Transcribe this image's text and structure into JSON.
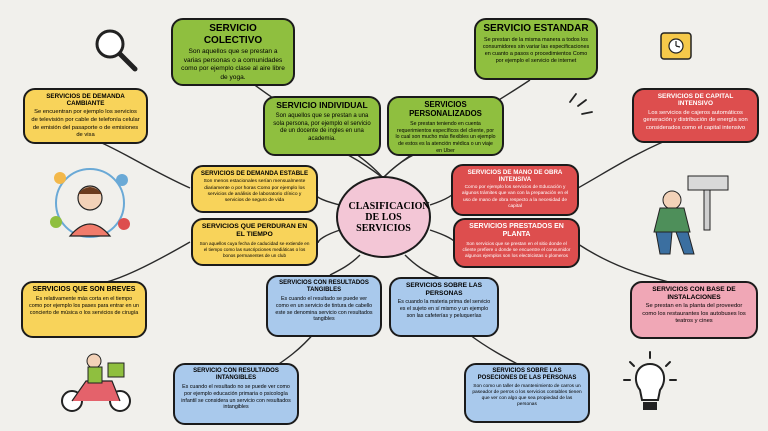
{
  "center": {
    "title": "CLASIFICACION DE LOS SERVICIOS"
  },
  "nodes": {
    "colectivo": {
      "title": "SERVICIO COLECTIVO",
      "text": "Son aquellos que se prestan a varias personas o a comunidades como por ejemplo clase al aire libre de yoga."
    },
    "estandar": {
      "title": "SERVICIO ESTANDAR",
      "text": "Se prestan de la misma manera a todos los consumidores sin variar las especificaciones en cuanto a pasos o procedimientos Como por ejemplo el servicio de internet"
    },
    "individual": {
      "title": "SERVICIO INDIVIDUAL",
      "text": "Son aquellos que se prestan a una sola persona, por ejemplo el servicio de un docente de ingles en una academia."
    },
    "personalizados": {
      "title": "SERVICIOS PERSONALIZADOS",
      "text": "Se prestan teniendo en cuenta requerimientos específicos del cliente, por lo cual son mucho más flexibles un ejemplo de estos es la atención médica o un viaje en Uber"
    },
    "demanda_cambiante": {
      "title": "SERVICIOS DE DEMANDA CAMBIANTE",
      "text": "Se encuentran por ejemplo los servicios de televisión por cable de telefonía celular de emisión del pasaporte o de emisiones de visa"
    },
    "capital_intensivo": {
      "title": "SERVICIOS DE CAPITAL INTENSIVO",
      "text": "Los servicios de cajeros automáticos generación y distribución de energía son considerados como el capital intensivo"
    },
    "demanda_estable": {
      "title": "SERVICIOS DE DEMANDA ESTABLE",
      "text": "Son menos estacionales serían mensualmente diariamente o por horas Como por ejemplo los servicios de análisis de laboratorio clínico y servicios de seguro de vida"
    },
    "mano_obra": {
      "title": "SERVICIOS DE MANO DE OBRA INTENSIVA",
      "text": "Como por ejemplo los servicios de Educación y algunos trámites que van con la preparación en el uso de mano de obra respecto a la necesidad de capital"
    },
    "perduran": {
      "title": "SERVICIOS QUE PERDURAN EN EL TIEMPO",
      "text": "Son aquellos cuya fecha de caducidad se extiende en el tiempo como las suscripciones mediáticas o los bonos permanentes de un club"
    },
    "planta": {
      "title": "SERVICIOS PRESTADOS EN PLANTA",
      "text": "Son servicios que se prestan en el sitio donde el cliente prefiere o donde se encuentre el consumidor algunos ejemplos son los electricistas o plomeros"
    },
    "breves": {
      "title": "SERVICIOS QUE SON BREVES",
      "text": "Es relativamente más corta en el tiempo como por ejemplo los pases para entrar en un concierto de música o los servicios de cirugía"
    },
    "tangibles": {
      "title": "SERVICIOS CON RESULTADOS TANGIBLES",
      "text": "Es cuando el resultado se puede ver como en un servicio de tintura de cabello este se denomina servicio con resultados tangibles"
    },
    "sobre_personas": {
      "title": "SERVICIOS SOBRE LAS PERSONAS",
      "text": "Es cuando la materia prima del servicio es el sujeto en sí mismo y un ejemplo son las cafeterías y peluquerías"
    },
    "base_instalaciones": {
      "title": "SERVICIOS CON BASE DE INSTALACIONES",
      "text": "Se prestan en la planta del proveedor como los restaurantes los autobuses los teatros y cines"
    },
    "intangibles": {
      "title": "SERVICIO CON RESULTADOS INTANGIBLES",
      "text": "Es cuando el resultado no se puede ver como por ejemplo educación primaria o psicología infantil se considera un servicio con resultados intangibles"
    },
    "posesiones": {
      "title": "SERVICIOS SOBRE LAS POSECIONES DE LAS PERSONAS",
      "text": "Son como un taller de mantenimiento de carros un paseador de perros o los servicios contables tienen que ver con algo que sea propiedad de las personas"
    }
  },
  "colors": {
    "green": "#8fbf3f",
    "yellow": "#f8d35a",
    "red": "#dd4e4e",
    "pink": "#f0a7b6",
    "blue": "#a9c9ec",
    "center": "#f3c6d6"
  },
  "icons": [
    "magnifier-icon",
    "clock-icon",
    "network-person-icon",
    "plumber-icon",
    "motorbike-icon",
    "lightbulb-icon",
    "sparkle-icon"
  ]
}
